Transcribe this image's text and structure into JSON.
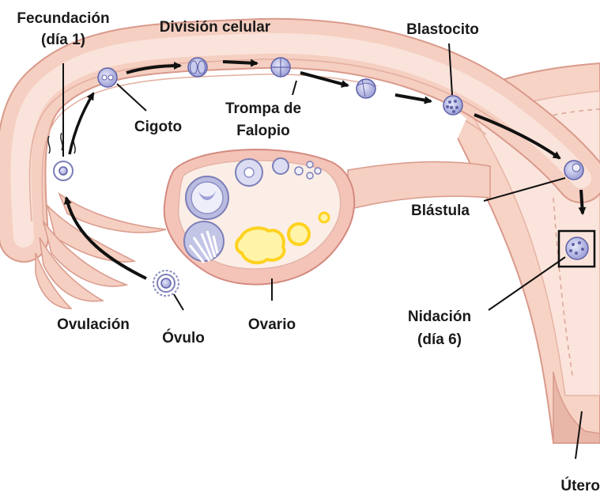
{
  "labels": {
    "fecundacion": "Fecundación",
    "fecundacion_dia": "(día 1)",
    "division": "División celular",
    "blastocito": "Blastocito",
    "cigoto": "Cigoto",
    "trompa_1": "Trompa de",
    "trompa_2": "Falopio",
    "blastula": "Blástula",
    "ovulacion": "Ovulación",
    "ovulo": "Óvulo",
    "ovario": "Ovario",
    "nidacion": "Nidación",
    "nidacion_dia": "(día 6)",
    "utero": "Útero"
  },
  "colors": {
    "tissue": "#f5cfc1",
    "tissue_light": "#fae3da",
    "tissue_edge": "#d99a8c",
    "ovary": "#fbeee6",
    "ovary_edge": "#d48a80",
    "cell": "#b3b6e3",
    "cell_edge": "#5f61a8",
    "follicle": "#ffe24a",
    "arrow": "#111111"
  }
}
